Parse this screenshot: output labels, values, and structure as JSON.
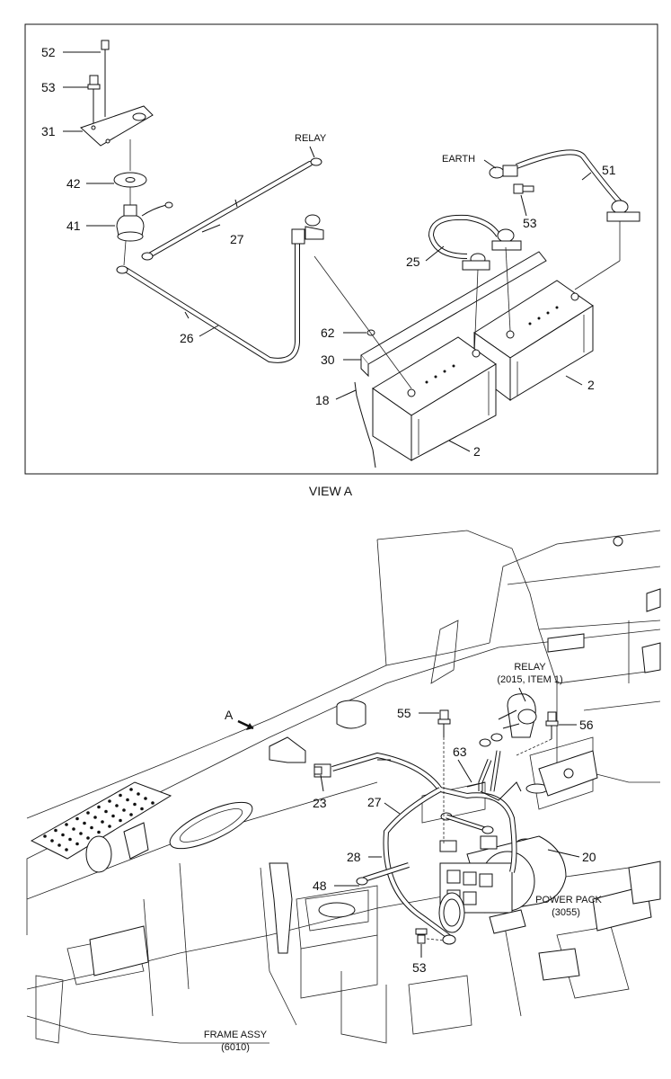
{
  "view_a": {
    "caption": "VIEW A",
    "callouts": {
      "c52": "52",
      "c53_top": "53",
      "c31": "31",
      "c42": "42",
      "c41": "41",
      "c27": "27",
      "c26": "26",
      "c25": "25",
      "c51": "51",
      "c53_right": "53",
      "c62": "62",
      "c30": "30",
      "c18": "18",
      "c2_right": "2",
      "c2_bottom": "2"
    },
    "labels": {
      "relay": "RELAY",
      "earth": "EARTH"
    }
  },
  "frame_view": {
    "callouts": {
      "a": "A",
      "c55": "55",
      "c56": "56",
      "c63": "63",
      "c23": "23",
      "c27": "27",
      "c28": "28",
      "c48": "48",
      "c20": "20",
      "c53": "53"
    },
    "labels": {
      "relay_line1": "RELAY",
      "relay_line2": "(2015, ITEM 1)",
      "power_pack_line1": "POWER PACK",
      "power_pack_line2": "(3055)",
      "frame_assy_line1": "FRAME ASSY",
      "frame_assy_line2": "(6010)"
    }
  }
}
